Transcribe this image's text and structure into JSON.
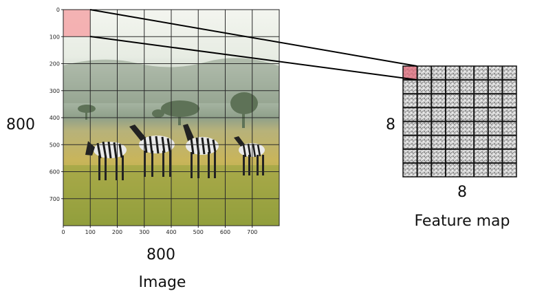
{
  "image": {
    "width_label": "800",
    "height_label": "800",
    "caption": "Image",
    "x_ticks": [
      "0",
      "100",
      "200",
      "300",
      "400",
      "500",
      "600",
      "700"
    ],
    "y_ticks": [
      "0",
      "100",
      "200",
      "300",
      "400",
      "500",
      "600",
      "700"
    ],
    "grid_divisions": 8,
    "highlight_color": "#f4a6a8",
    "sky_color": "#eef1ea",
    "grass_color": "#b9b24a"
  },
  "feature_map": {
    "width_label": "8",
    "height_label": "8",
    "caption": "Feature map",
    "grid_divisions": 8,
    "highlight_color": "#e06a7a",
    "cell_color": "#c9c9c9"
  },
  "connector_color": "#000000"
}
